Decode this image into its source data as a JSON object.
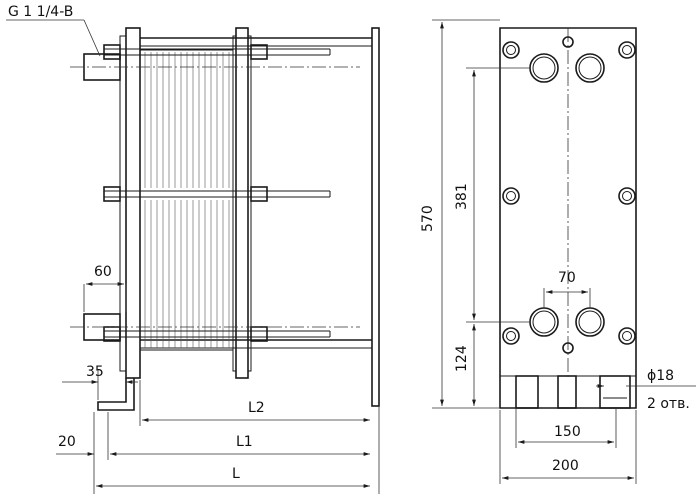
{
  "labels": {
    "thread": "G 1 1/4-B",
    "d60": "60",
    "d35": "35",
    "d20": "20",
    "L2": "L2",
    "L1": "L1",
    "L": "L",
    "d570": "570",
    "d381": "381",
    "d124": "124",
    "d70": "70",
    "d150": "150",
    "d200": "200",
    "phi18": "ϕ18",
    "holes": "2 отв."
  }
}
